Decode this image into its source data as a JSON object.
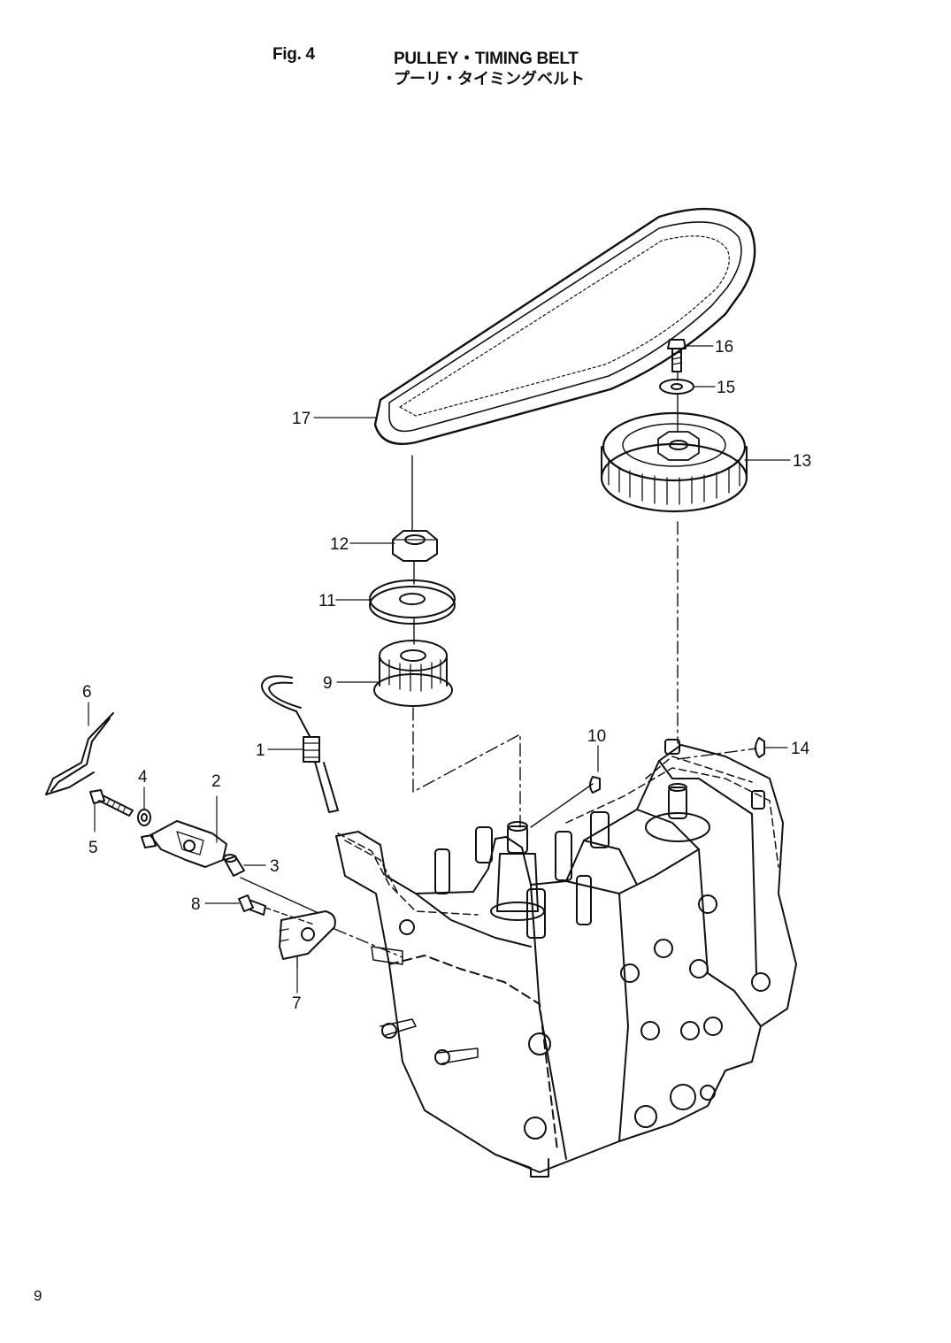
{
  "header": {
    "figure_number": "Fig. 4",
    "title_en": "PULLEY・TIMING BELT",
    "title_ja": "プーリ・タイミングベルト"
  },
  "page_number": "9",
  "callouts": [
    "1",
    "2",
    "3",
    "4",
    "5",
    "6",
    "7",
    "8",
    "9",
    "10",
    "11",
    "12",
    "13",
    "14",
    "15",
    "16",
    "17"
  ],
  "colors": {
    "ink": "#111111",
    "paper": "#ffffff"
  }
}
